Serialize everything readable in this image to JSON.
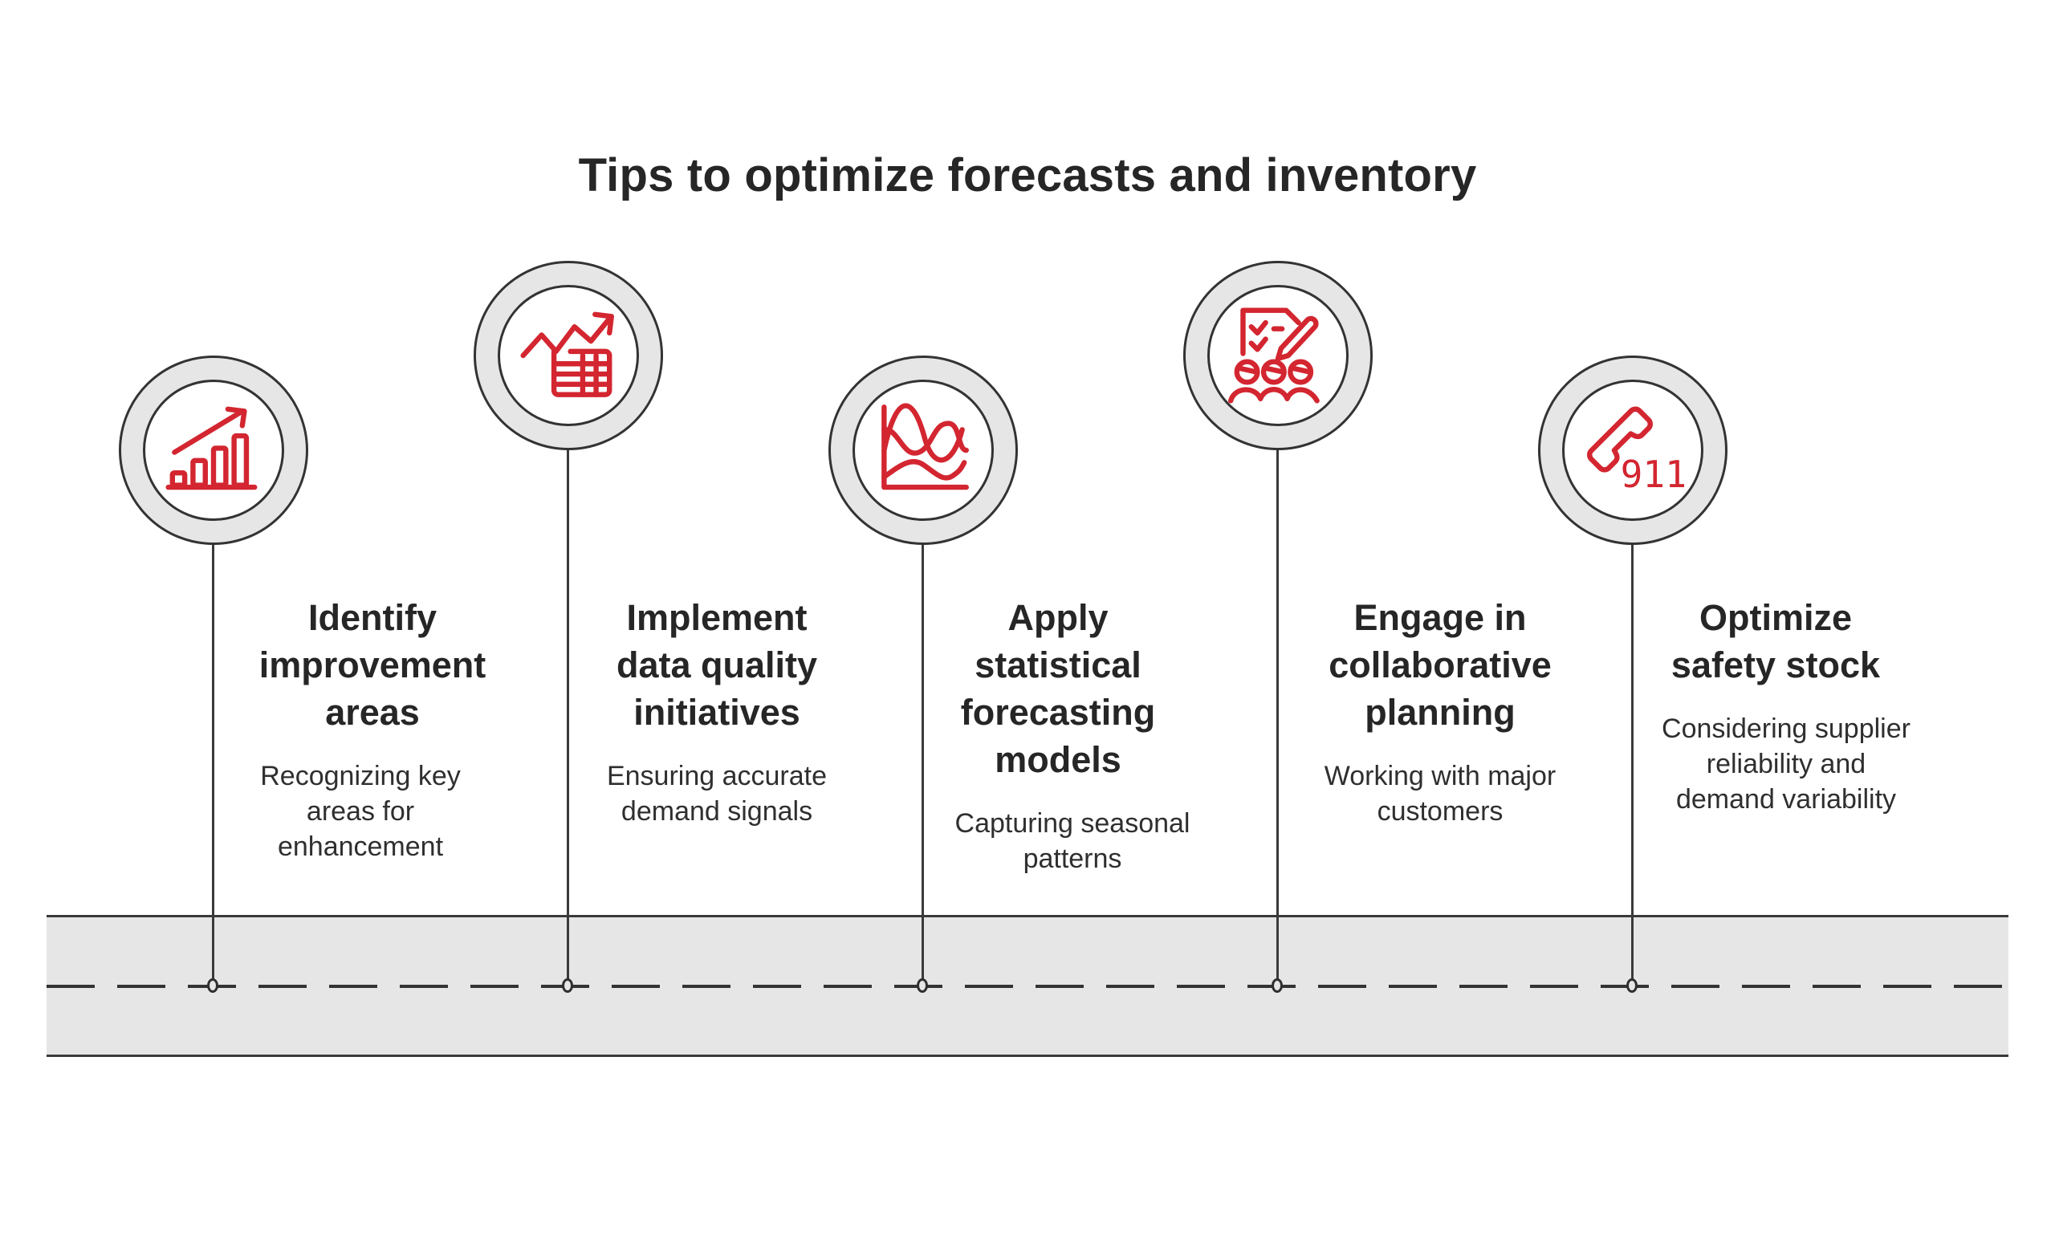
{
  "title": "Tips to optimize forecasts and inventory",
  "colors": {
    "accent": "#d32630",
    "line": "#333333",
    "road": "#e6e6e6",
    "text": "#262626"
  },
  "steps": [
    {
      "icon": "growth-bar-chart-icon",
      "heading_lines": [
        "Identify",
        "improvement",
        "areas"
      ],
      "description_lines": [
        "Recognizing key",
        "areas for",
        "enhancement"
      ]
    },
    {
      "icon": "data-table-trend-icon",
      "heading_lines": [
        "Implement",
        "data quality",
        "initiatives"
      ],
      "description_lines": [
        "Ensuring accurate",
        "demand signals"
      ]
    },
    {
      "icon": "wave-line-chart-icon",
      "heading_lines": [
        "Apply",
        "statistical",
        "forecasting",
        "models"
      ],
      "description_lines": [
        "Capturing seasonal",
        "patterns"
      ]
    },
    {
      "icon": "team-checklist-icon",
      "heading_lines": [
        "Engage in",
        "collaborative",
        "planning"
      ],
      "description_lines": [
        "Working with major",
        "customers"
      ]
    },
    {
      "icon": "emergency-phone-911-icon",
      "heading_lines": [
        "Optimize",
        "safety stock"
      ],
      "description_lines": [
        "Considering supplier",
        "reliability and",
        "demand variability"
      ]
    }
  ],
  "icon_text": {
    "emergency": "911"
  }
}
